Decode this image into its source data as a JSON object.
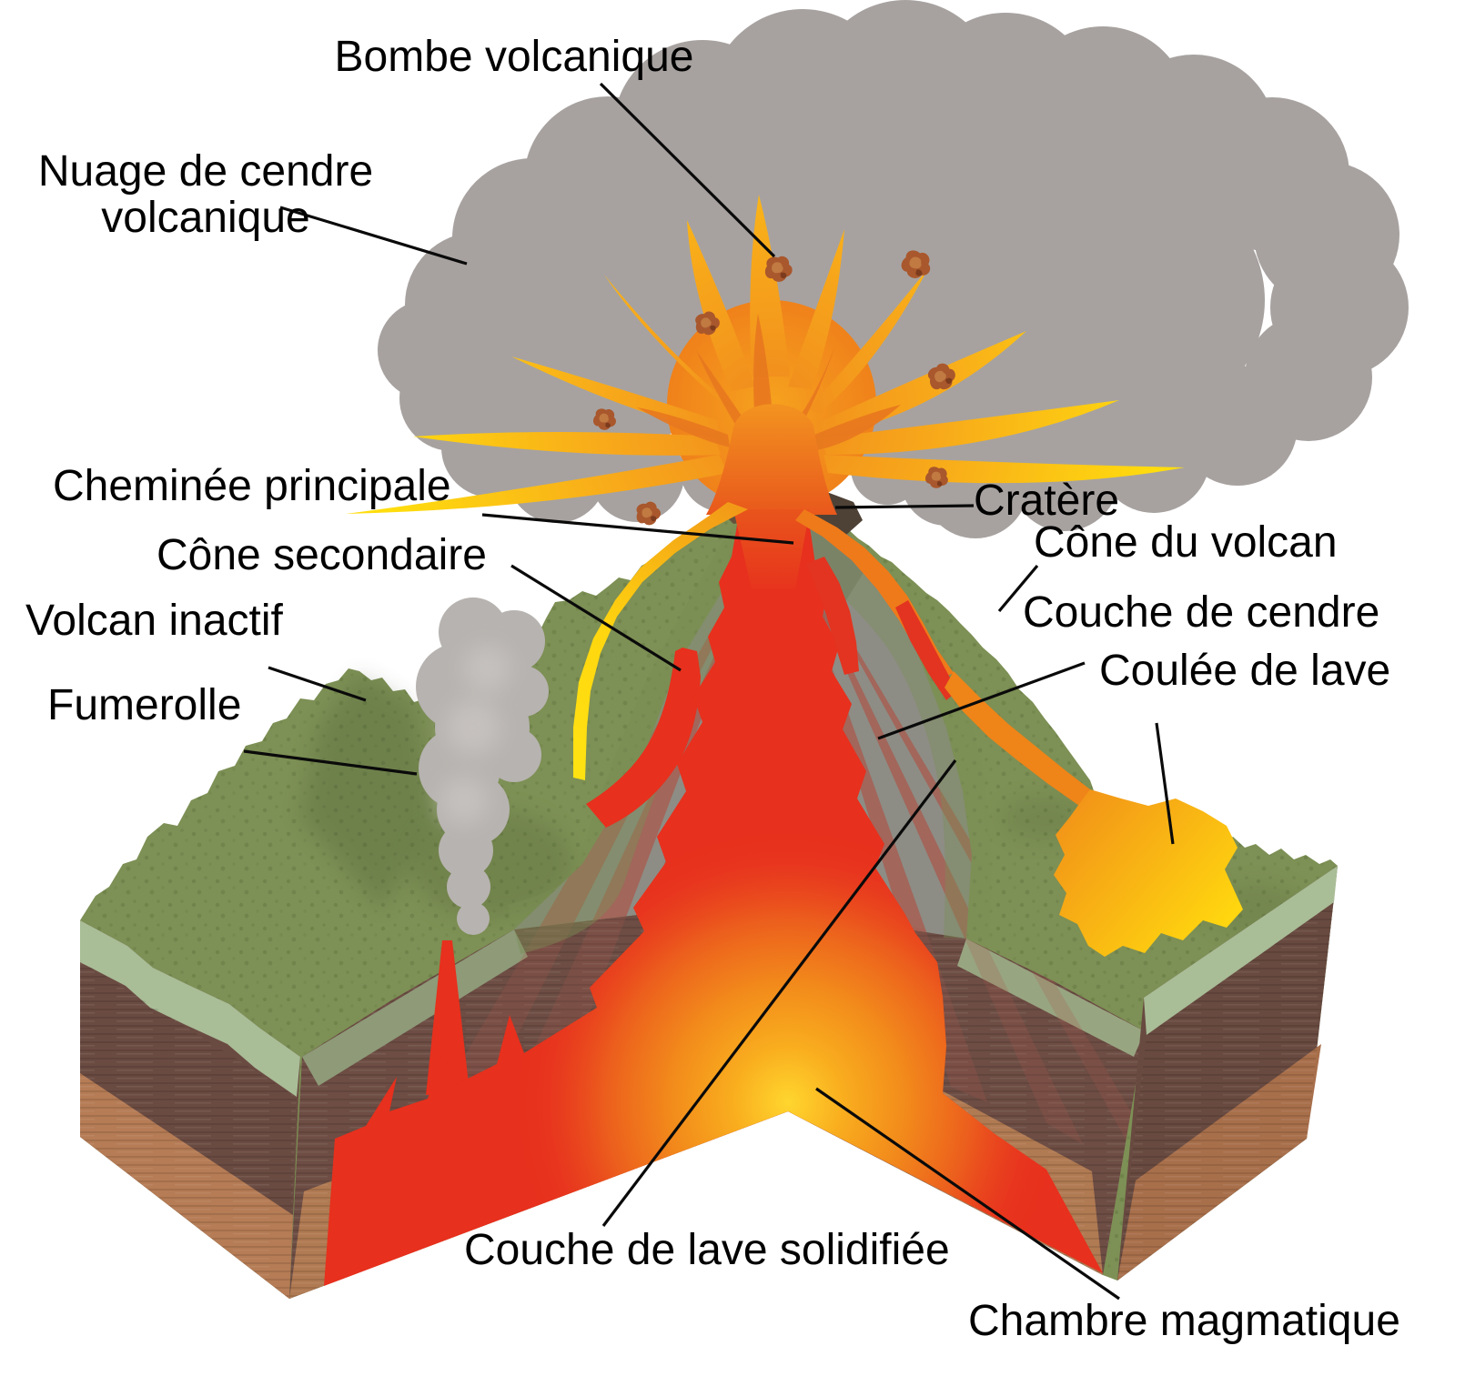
{
  "diagram": {
    "type": "volcano-cross-section",
    "language": "fr",
    "labels": {
      "bombe": "Bombe volcanique",
      "nuage": "Nuage de cendre volcanique",
      "cheminee": "Cheminée principale",
      "cone_secondaire": "Cône secondaire",
      "volcan_inactif": "Volcan inactif",
      "fumerolle": "Fumerolle",
      "cratere": "Cratère",
      "cone_volcan": "Cône du volcan",
      "couche_cendre": "Couche de cendre",
      "coulee_lave": "Coulée de lave",
      "couche_lave_solidifiee": "Couche de lave solidifiée",
      "chambre_magmatique": "Chambre magmatique"
    },
    "colors": {
      "ash_cloud": "#a7a2a0",
      "grass": "#7d9055",
      "grass_cut_edge": "#a9bd97",
      "soil_dark": "#6d4d44",
      "soil_light": "#b07a52",
      "ash_layer_gray": "#8d8d85",
      "solidified_lava_stripe": "#aa5a4d",
      "lava_red": "#e7301d",
      "lava_orange": "#f0891e",
      "lava_yellow": "#ffd60f",
      "steam_gray": "#b7b3b0",
      "bomb_brown": "#a9572c",
      "label_text": "#000000"
    }
  }
}
